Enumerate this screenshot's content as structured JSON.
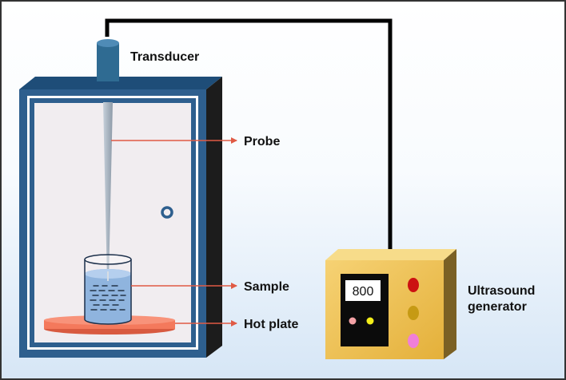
{
  "labels": {
    "transducer": "Transducer",
    "probe": "Probe",
    "sample": "Sample",
    "hot_plate": "Hot plate",
    "generator_line1": "Ultrasound",
    "generator_line2": "generator"
  },
  "generator": {
    "display_value": "800"
  },
  "colors": {
    "background_top": "#ffffff",
    "background_bottom": "#d6e6f6",
    "cabinet": "#2e5f8e",
    "cabinet_side": "#1c1c1c",
    "transducer": "#2f6b92",
    "probe": "#a6b3bf",
    "beaker_liquid": "#8fb4de",
    "hot_plate": "#f4795c",
    "generator_body": "#efc04a",
    "leader_arrow": "#e05a44",
    "knob_red": "#cc1111",
    "knob_gold": "#c69a14",
    "knob_pink": "#f07fd8",
    "led_pink": "#f4a2a6",
    "led_yellow": "#f3ee1a"
  }
}
